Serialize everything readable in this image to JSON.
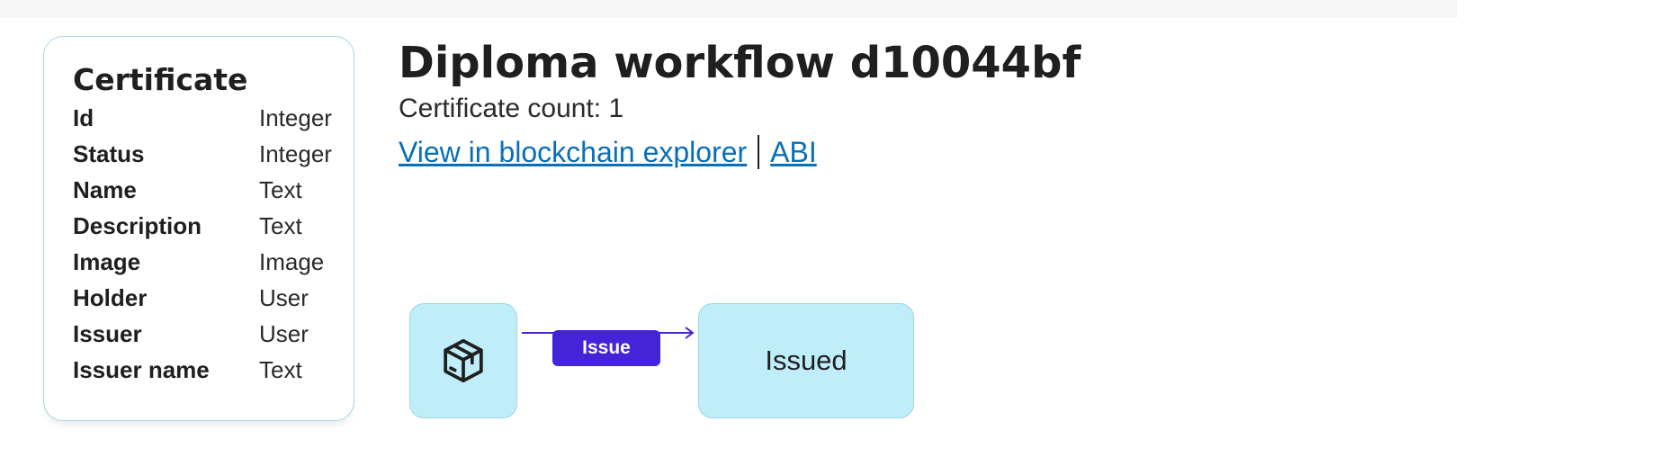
{
  "certificate": {
    "title": "Certificate",
    "fields": [
      {
        "name": "Id",
        "type": "Integer"
      },
      {
        "name": "Status",
        "type": "Integer"
      },
      {
        "name": "Name",
        "type": "Text"
      },
      {
        "name": "Description",
        "type": "Text"
      },
      {
        "name": "Image",
        "type": "Image"
      },
      {
        "name": "Holder",
        "type": "User"
      },
      {
        "name": "Issuer",
        "type": "User"
      },
      {
        "name": "Issuer name",
        "type": "Text"
      }
    ]
  },
  "header": {
    "title": "Diploma workflow d10044bf",
    "count_text": "Certificate count: 1",
    "explorer_link": "View in blockchain explorer",
    "abi_link": "ABI"
  },
  "diagram": {
    "start_icon": "package-icon",
    "transition_label": "Issue",
    "end_state": "Issued",
    "colors": {
      "node_fill": "#bfeefa",
      "transition": "#4523d9"
    }
  }
}
